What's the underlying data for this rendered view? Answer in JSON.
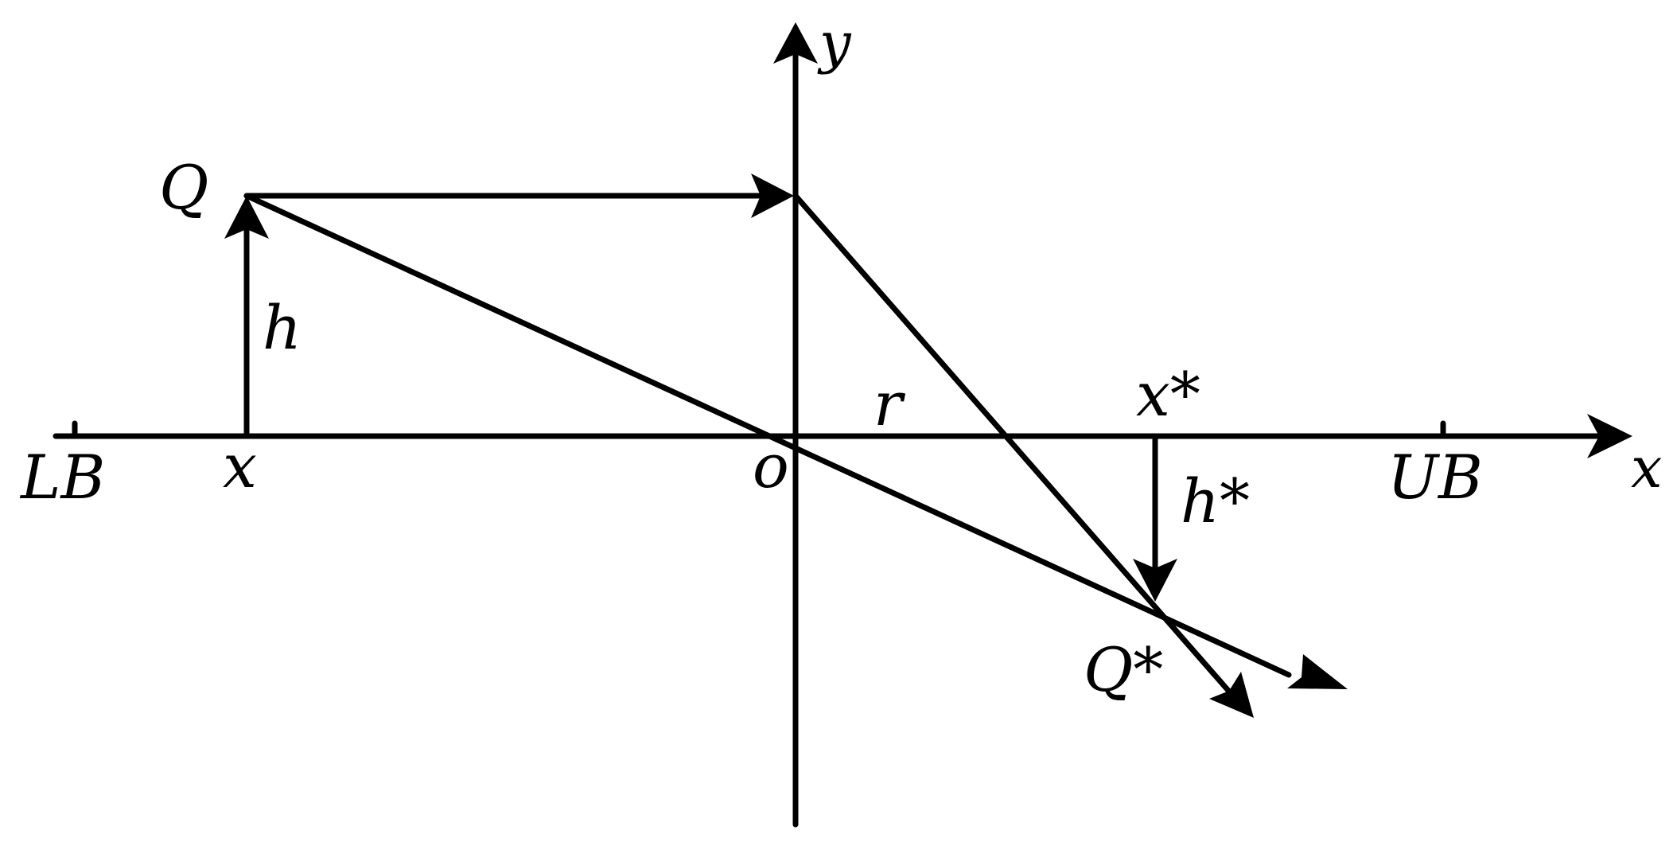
{
  "labels": {
    "y_axis": "y",
    "x_axis": "x",
    "point_q": "Q",
    "point_q_star": "Q*",
    "height_h": "h",
    "height_h_star": "h*",
    "pos_x": "x",
    "pos_x_star": "x*",
    "origin": "o",
    "radius": "r",
    "lower_bound": "LB",
    "upper_bound": "UB"
  },
  "colors": {
    "line": "#000000",
    "background": "#ffffff"
  }
}
